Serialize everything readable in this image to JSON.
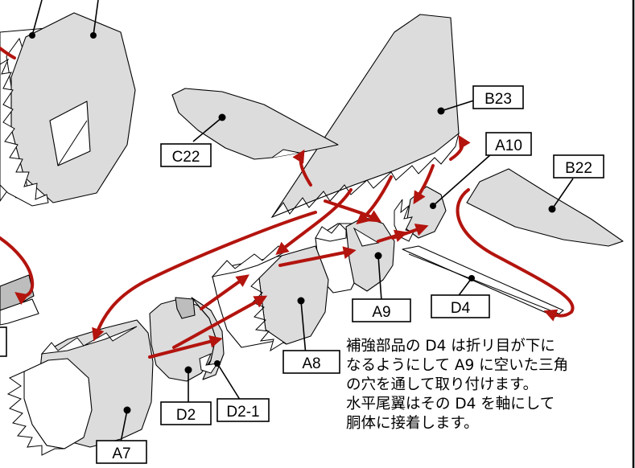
{
  "labels": {
    "b23": "B23",
    "c22": "C22",
    "a10": "A10",
    "b22": "B22",
    "a9": "A9",
    "d4": "D4",
    "a8": "A8",
    "d2": "D2",
    "d2_1": "D2-1",
    "a7": "A7"
  },
  "note": {
    "lines": [
      "補強部品の D4 は折リ目が下に",
      "なるようにして A9 に空いた三角",
      "の穴を通して取り付けます。",
      "水平尾翼はその D4 を軸にして",
      "胴体に接着します。"
    ]
  },
  "colors": {
    "arrow": "#b3140e",
    "part_fill": "#dcdcdc",
    "outline": "#000000"
  }
}
